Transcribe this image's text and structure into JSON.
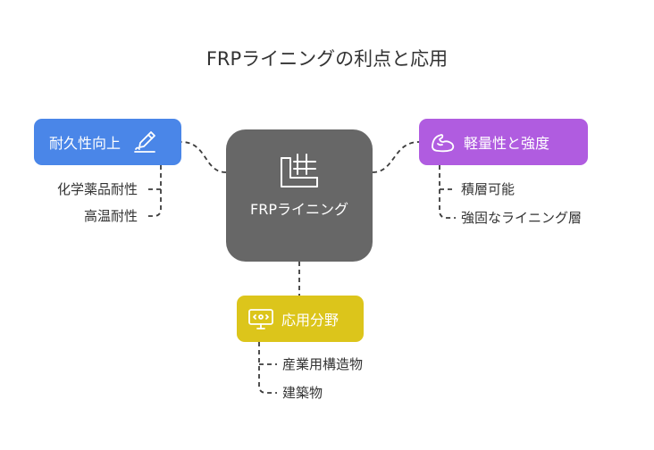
{
  "title": "FRPライニングの利点と応用",
  "center": {
    "label": "FRPライニング",
    "icon": "grid-lining-icon"
  },
  "categories": {
    "durability": {
      "label": "耐久性向上",
      "icon": "pen-writing-icon",
      "color": "#4a86e8",
      "items": [
        "化学薬品耐性",
        "高温耐性"
      ]
    },
    "lightweight": {
      "label": "軽量性と強度",
      "icon": "flexed-arm-icon",
      "color": "#b05ce0",
      "items": [
        "積層可能",
        "強固なライニング層"
      ]
    },
    "applications": {
      "label": "応用分野",
      "icon": "monitor-icon",
      "color": "#dcc51b",
      "items": [
        "産業用構造物",
        "建築物"
      ]
    }
  }
}
